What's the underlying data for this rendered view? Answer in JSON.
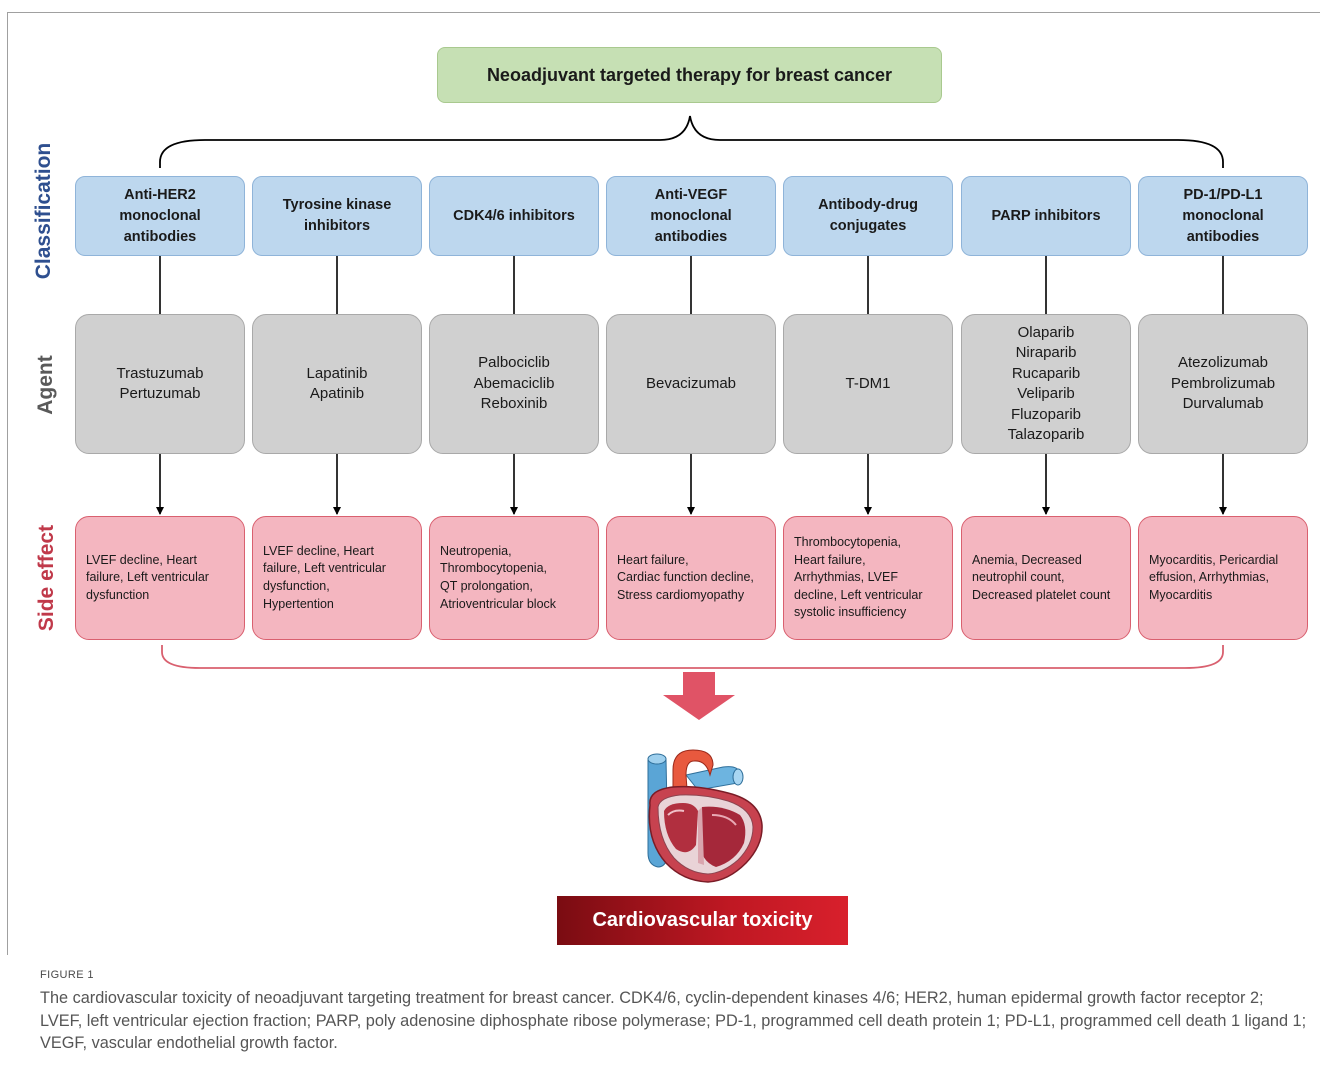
{
  "title": "Neoadjuvant targeted therapy for breast cancer",
  "row_labels": {
    "classification": "Classification",
    "agent": "Agent",
    "side_effect": "Side effect"
  },
  "columns": [
    {
      "classification": [
        "Anti-HER2",
        "monoclonal",
        "antibodies"
      ],
      "agents": [
        "Trastuzumab",
        "Pertuzumab"
      ],
      "side_effects": [
        "LVEF decline, Heart",
        "failure, Left ventricular",
        "dysfunction"
      ]
    },
    {
      "classification": [
        "Tyrosine kinase",
        "inhibitors"
      ],
      "agents": [
        "Lapatinib",
        "Apatinib"
      ],
      "side_effects": [
        "LVEF decline, Heart",
        "failure, Left ventricular",
        "dysfunction,",
        "Hypertention"
      ]
    },
    {
      "classification": [
        "CDK4/6 inhibitors"
      ],
      "agents": [
        "Palbociclib",
        "Abemaciclib",
        "Reboxinib"
      ],
      "side_effects": [
        "Neutropenia,",
        "Thrombocytopenia,",
        "QT prolongation,",
        "Atrioventricular block"
      ]
    },
    {
      "classification": [
        "Anti-VEGF",
        "monoclonal",
        "antibodies"
      ],
      "agents": [
        "Bevacizumab"
      ],
      "side_effects": [
        "Heart failure,",
        "Cardiac function decline,",
        "Stress cardiomyopathy"
      ]
    },
    {
      "classification": [
        "Antibody-drug",
        "conjugates"
      ],
      "agents": [
        "T-DM1"
      ],
      "side_effects": [
        "Thrombocytopenia,",
        "Heart failure,",
        "Arrhythmias, LVEF",
        "decline, Left ventricular",
        "systolic insufficiency"
      ]
    },
    {
      "classification": [
        "PARP inhibitors"
      ],
      "agents": [
        "Olaparib",
        "Niraparib",
        "Rucaparib",
        "Veliparib",
        "Fluzoparib",
        "Talazoparib"
      ],
      "side_effects": [
        "Anemia, Decreased",
        "neutrophil count,",
        "Decreased platelet count"
      ]
    },
    {
      "classification": [
        "PD-1/PD-L1",
        "monoclonal",
        "antibodies"
      ],
      "agents": [
        "Atezolizumab",
        "Pembrolizumab",
        "Durvalumab"
      ],
      "side_effects": [
        "Myocarditis, Pericardial",
        "effusion, Arrhythmias,",
        "Myocarditis"
      ]
    }
  ],
  "outcome": "Cardiovascular toxicity",
  "figure_label": "FIGURE 1",
  "caption": "The cardiovascular toxicity of neoadjuvant targeting treatment for breast cancer. CDK4/6, cyclin-dependent kinases 4/6; HER2, human epidermal growth factor receptor 2; LVEF, left ventricular ejection fraction; PARP, poly adenosine diphosphate ribose polymerase; PD-1, programmed cell death protein 1; PD-L1, programmed cell death 1 ligand 1; VEGF, vascular endothelial growth factor.",
  "colors": {
    "title_fill": "#c6e0b4",
    "classification_fill": "#bdd7ee",
    "agent_fill": "#d0d0d0",
    "side_effect_fill": "#f4b6c0",
    "side_effect_border": "#d9606f",
    "outcome_fill": "#c01823",
    "arrow_fill": "#e05366"
  }
}
